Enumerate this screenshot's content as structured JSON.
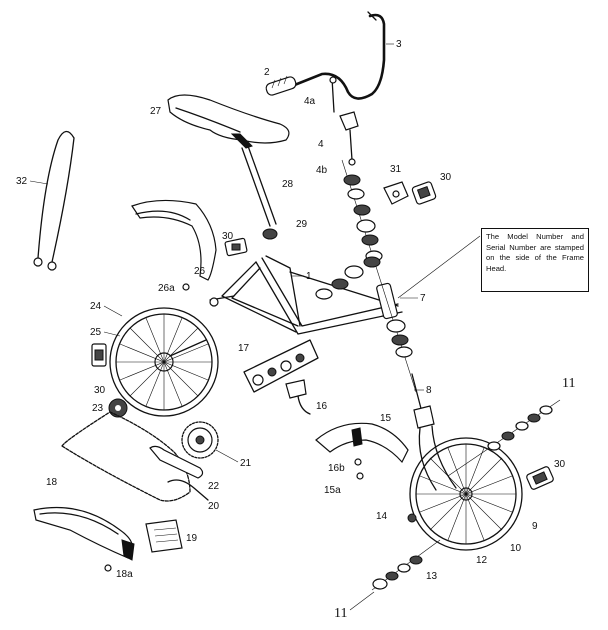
{
  "note_text": "The Model Number and Serial Number are stamped on the side of the Frame Head.",
  "labels": {
    "l2": "2",
    "l3": "3",
    "l4a": "4a",
    "l4": "4",
    "l4b": "4b",
    "l27": "27",
    "l28": "28",
    "l29": "29",
    "l30a": "30",
    "l31": "31",
    "l30b": "30",
    "l32": "32",
    "l26": "26",
    "l26a": "26a",
    "l1": "1",
    "l7": "7",
    "l24": "24",
    "l25": "25",
    "l17": "17",
    "l30c": "30",
    "l23": "23",
    "l16": "16",
    "l8": "8",
    "l11a": "11",
    "l15": "15",
    "l16b": "16b",
    "l15a": "15a",
    "l21": "21",
    "l22": "22",
    "l20": "20",
    "l18": "18",
    "l19": "19",
    "l18a": "18a",
    "l14": "14",
    "l9": "9",
    "l10": "10",
    "l12": "12",
    "l13": "13",
    "l30d": "30",
    "l11b": "11"
  }
}
